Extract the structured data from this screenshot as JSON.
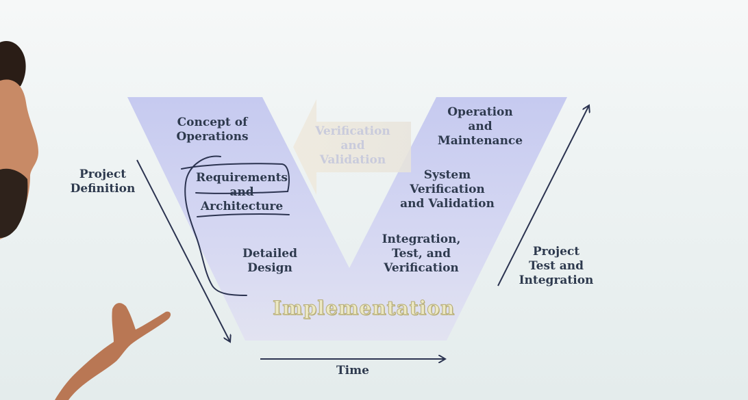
{
  "diagram": {
    "left_phases": {
      "concept": [
        "Concept of",
        "Operations"
      ],
      "requirements": [
        "Requirements",
        "and",
        "Architecture"
      ],
      "detailed_design": [
        "Detailed",
        "Design"
      ]
    },
    "bottom_phase": "Implementation",
    "right_phases": {
      "integration": [
        "Integration,",
        "Test, and",
        "Verification"
      ],
      "system_verification": [
        "System",
        "Verification",
        "and Validation"
      ],
      "operation": [
        "Operation",
        "and",
        "Maintenance"
      ]
    },
    "center_arrow_label": [
      "Verification",
      "and",
      "Validation"
    ],
    "side_labels": {
      "project_definition": [
        "Project",
        "Definition"
      ],
      "project_test": [
        "Project",
        "Test and",
        "Integration"
      ],
      "time": "Time"
    },
    "colors": {
      "v_fill": "#c9cdf0",
      "arrow_fill": "#ece7dd",
      "implementation_text": "#ece8c4",
      "annotation_ink": "#2b3350"
    }
  }
}
